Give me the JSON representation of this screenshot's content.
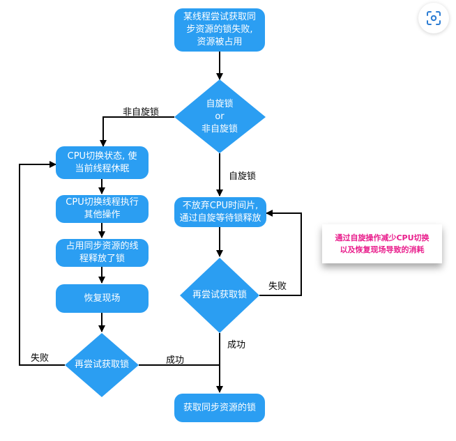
{
  "nodes": {
    "start": "某线程尝试获取同\n步资源的锁失败,\n资源被占用",
    "decision_spin": "自旋锁\nor\n非自旋锁",
    "cpu_switch_state": "CPU切换状态, 使\n当前线程休眠",
    "cpu_switch_exec": "CPU切换线程执行\n其他操作",
    "release_lock": "占用同步资源的线\n程释放了锁",
    "restore": "恢复现场",
    "retry_left": "再尝试获取锁",
    "no_yield": "不放弃CPU时间片,\n通过自旋等待锁释放",
    "retry_right": "再尝试获取锁",
    "acquire": "获取同步资源的锁"
  },
  "edges": {
    "non_spin": "非自旋锁",
    "spin": "自旋锁",
    "fail_right": "失败",
    "success_right": "成功",
    "fail_left": "失败",
    "success_left": "成功"
  },
  "note": "通过自旋操作减少CPU切换\n以及恢复现场导致的消耗",
  "colors": {
    "node": "#2b9ef2",
    "line": "#000000",
    "note_text": "#e91e8c"
  },
  "icons": {
    "scan": "scan-icon"
  }
}
